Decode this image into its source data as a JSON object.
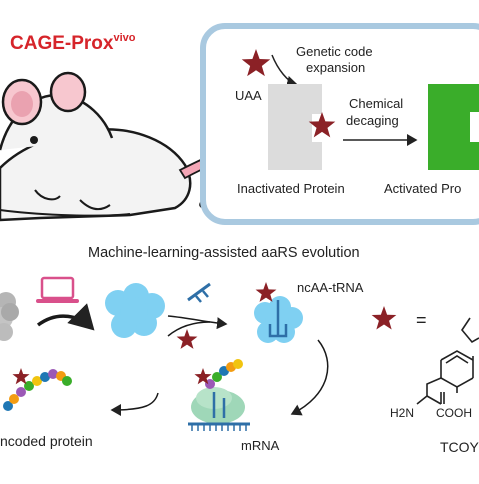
{
  "title": {
    "main": "CAGE-Prox",
    "sup": "vivo"
  },
  "panel": {
    "uaa": "UAA",
    "genetic_line1": "Genetic code",
    "genetic_line2": "expansion",
    "chemical_line1": "Chemical",
    "chemical_line2": "decaging",
    "inactivated": "Inactivated Protein",
    "activated": "Activated Pro"
  },
  "workflow": {
    "heading": "Machine-learning-assisted aaRS evolution",
    "ncaa_trna": "ncAA-tRNA",
    "mrna": "mRNA",
    "encoded_protein": "ncoded protein"
  },
  "chemistry": {
    "equals": "=",
    "h2n": "H2N",
    "cooh": "COOH",
    "name": "TCOY"
  },
  "colors": {
    "title_red": "#d6242a",
    "star": "#8b2126",
    "box_blue": "#a9c9e0",
    "active_green": "#3aad2a",
    "inactive_gray": "#dcdcdc",
    "cloud_blue": "#7fd0f2",
    "ribosome_green": "#9fd7b8"
  }
}
